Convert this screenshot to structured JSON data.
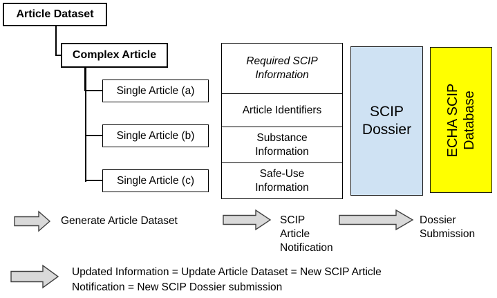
{
  "diagram": {
    "tree": {
      "root": "Article Dataset",
      "parent": "Complex Article",
      "children": [
        "Single Article (a)",
        "Single Article (b)",
        "Single Article (c)"
      ]
    },
    "info_table": {
      "header": "Required SCIP\nInformation",
      "rows": [
        "Article Identifiers",
        "Substance\nInformation",
        "Safe-Use\nInformation"
      ]
    },
    "scip_dossier_label": "SCIP\nDossier",
    "echa_database_label": "ECHA SCIP\nDatabase"
  },
  "flow": {
    "steps": [
      {
        "label": "Generate Article Dataset"
      },
      {
        "label": "SCIP\nArticle\nNotification"
      },
      {
        "label": "Dossier\nSubmission"
      }
    ],
    "note": "Updated Information = Update Article Dataset = New SCIP Article\nNotification = New SCIP Dossier submission"
  },
  "colors": {
    "dossier_box_fill": "#cfe2f3",
    "database_box_fill": "#ffff00",
    "arrow_fill": "#d9d9d9",
    "arrow_stroke": "#404040",
    "line": "#000000"
  }
}
